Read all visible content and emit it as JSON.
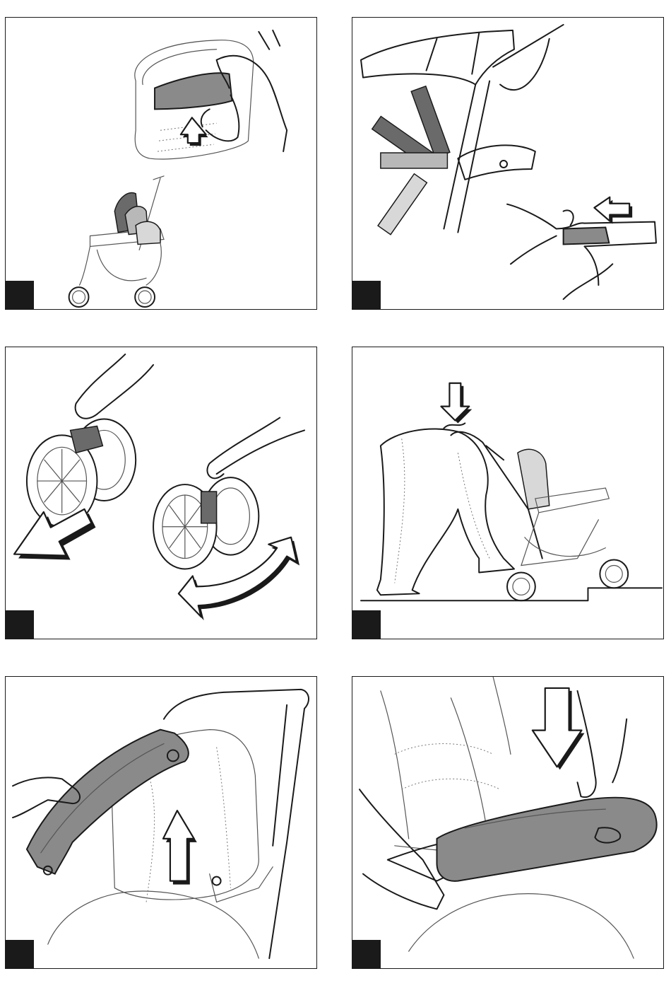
{
  "panels": [
    {
      "badge": "",
      "icon": "seat-recline-lift-illustration"
    },
    {
      "badge": "",
      "icon": "footrest-positions-illustration"
    },
    {
      "badge": "",
      "icon": "swivel-wheel-lock-illustration"
    },
    {
      "badge": "",
      "icon": "kerb-tilt-illustration"
    },
    {
      "badge": "",
      "icon": "bumper-bar-removal-illustration"
    },
    {
      "badge": "",
      "icon": "bumper-bar-insertion-illustration"
    }
  ],
  "colors": {
    "ink": "#1a1a1a",
    "badge": "#1a1a1a",
    "gray_dark": "#6a6a6a",
    "gray_mid": "#8a8a8a",
    "gray_light": "#b8b8b8"
  }
}
